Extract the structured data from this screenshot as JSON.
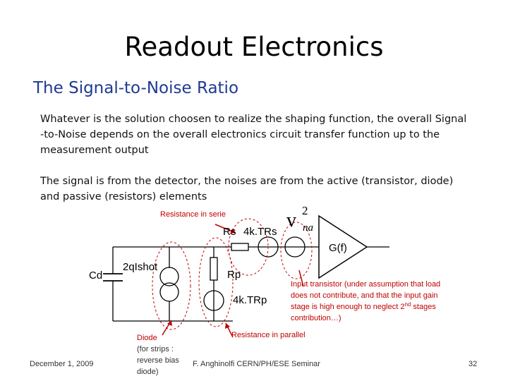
{
  "slide": {
    "title": "Readout Electronics",
    "subtitle": "The Signal-to-Noise Ratio",
    "paragraphs": {
      "p1_line1": "Whatever is the solution choosen to realize the shaping function, the overall Signal",
      "p1_line2": "-to-Noise depends on the overall electronics circuit transfer function up to the",
      "p1_line3": "measurement output",
      "p2_line1": "The signal is from the detector, the noises are from the active (transistor, diode)",
      "p2_line2": "and passive (resistors) elements"
    }
  },
  "circuit": {
    "rs_label": "Rs",
    "rs_noise": "4k.TRs",
    "v_symbol": "v",
    "v_exponent": "2",
    "v_subscript": "na",
    "gain_label": "G(f)",
    "cd_label": "Cd",
    "shot_label": "2qIshot",
    "rp_label": "Rp",
    "rp_noise": "4k.TRp"
  },
  "annotations": {
    "resistance_serie": "Resistance in serie",
    "resistance_parallel": "Resistance in parallel",
    "diode_line1": "Diode",
    "diode_line2": "(for strips :",
    "diode_line3": "reverse bias",
    "diode_line4": "diode)",
    "input_line1": "Input transistor (under assumption that load",
    "input_line2": "does not contribute, and that the input  gain",
    "input_line3": "stage is high enough to neglect 2",
    "input_sup": "nd",
    "input_line3b": " stages",
    "input_line4": "contribution…)"
  },
  "footer": {
    "date": "December 1, 2009",
    "presenter": "F. Anghinolfi CERN/PH/ESE Seminar",
    "page_number": "32"
  },
  "colors": {
    "subtitle": "#1f3a93",
    "annotation": "#c00000"
  }
}
